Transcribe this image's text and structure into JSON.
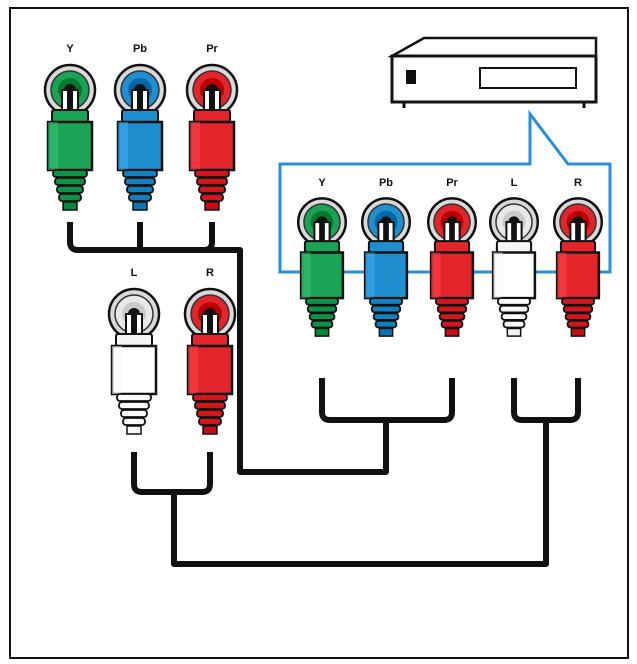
{
  "colors": {
    "frame": "#111111",
    "cable": "#111111",
    "callout": "#2b8fd6",
    "green": "#1aa355",
    "blue": "#1f8fd0",
    "red": "#e3242b",
    "white": "#ffffff",
    "plug_outline": "#222222"
  },
  "tv_panel": {
    "component_jacks": [
      {
        "label": "Y",
        "color": "green"
      },
      {
        "label": "Pb",
        "color": "blue"
      },
      {
        "label": "Pr",
        "color": "red"
      }
    ],
    "audio_jacks": [
      {
        "label": "L",
        "color": "white"
      },
      {
        "label": "R",
        "color": "red"
      }
    ]
  },
  "device": {
    "icon": "set-top-box-icon",
    "jacks": [
      {
        "label": "Y",
        "color": "green"
      },
      {
        "label": "Pb",
        "color": "blue"
      },
      {
        "label": "Pr",
        "color": "red"
      },
      {
        "label": "L",
        "color": "white"
      },
      {
        "label": "R",
        "color": "red"
      }
    ]
  }
}
